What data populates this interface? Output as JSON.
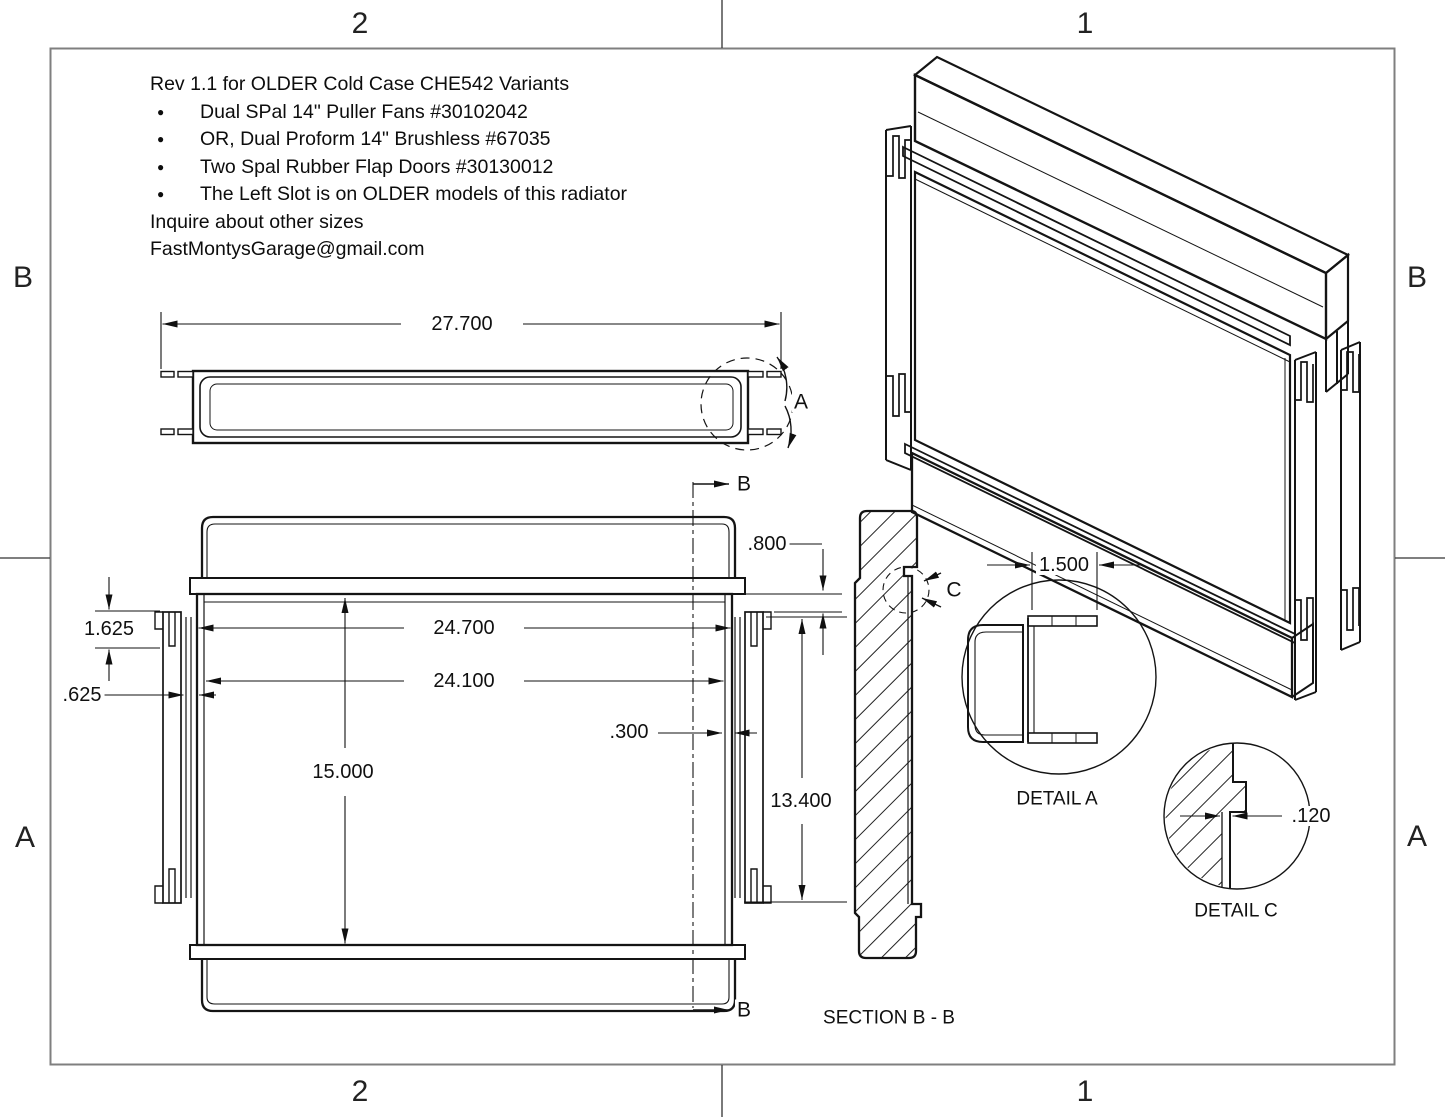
{
  "sheet": {
    "zones": {
      "col_left": "2",
      "col_right": "1",
      "row_upper": "B",
      "row_lower": "A"
    },
    "notes": {
      "title": "Rev 1.1 for OLDER Cold Case CHE542 Variants",
      "bullets": [
        "Dual SPal 14\" Puller Fans #30102042",
        "OR, Dual Proform 14\" Brushless #67035",
        "Two Spal Rubber Flap Doors #30130012",
        "The Left Slot is on OLDER models of this radiator"
      ],
      "line_sizes": "Inquire about other sizes",
      "line_email": "FastMontysGarage@gmail.com"
    },
    "top_view": {
      "overall_width": "27.700",
      "detail_callout": "A"
    },
    "front_view": {
      "core_width": "24.700",
      "inner_width": "24.100",
      "core_height": "15.000",
      "slot_offset": "1.625",
      "bracket_gap": ".625",
      "wall_inset": ".300",
      "tank_step": ".800",
      "slot_span": "13.400",
      "section_callout": "B"
    },
    "section_view": {
      "label": "SECTION B - B",
      "detail_callout": "C"
    },
    "detail_a": {
      "label": "DETAIL A",
      "channel_width": "1.500"
    },
    "detail_c": {
      "label": "DETAIL C",
      "lip_thickness": ".120"
    }
  }
}
